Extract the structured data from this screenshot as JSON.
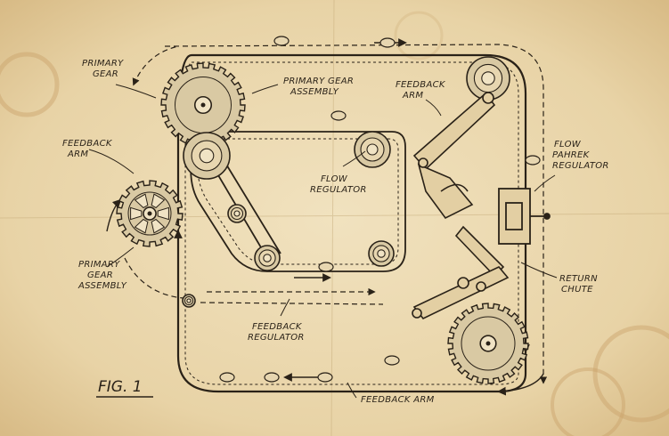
{
  "figure": {
    "caption": "FIG. 1"
  },
  "labels": {
    "primary_gear": [
      "PRIMARY",
      "GEAR"
    ],
    "primary_gear_assembly_top": [
      "PRIMARY GEAR",
      "ASSEMBLY"
    ],
    "feedback_arm_left": [
      "FEEDBACK",
      "ARM"
    ],
    "primary_gear_assembly_left": [
      "PRIMARY",
      "GEAR",
      "ASSEMBLY"
    ],
    "flow_regulator": [
      "FLOW",
      "REGULATOR"
    ],
    "feedback_arm_top": [
      "FEEDBACK",
      "ARM"
    ],
    "flow_pahrek_regulator": [
      "FLOW",
      "PAHREK",
      "REGULATOR"
    ],
    "return_chute": [
      "RETURN",
      "CHUTE"
    ],
    "feedback_regulator": [
      "FEEDBACK",
      "REGULATOR"
    ],
    "feedback_arm_bottom": [
      "FEEDBACK ARM"
    ]
  },
  "colors": {
    "paper": "#ecd9b0",
    "ink": "#2a2218",
    "gear_fill": "#d9c9a3",
    "stain": "#c9a26a"
  }
}
